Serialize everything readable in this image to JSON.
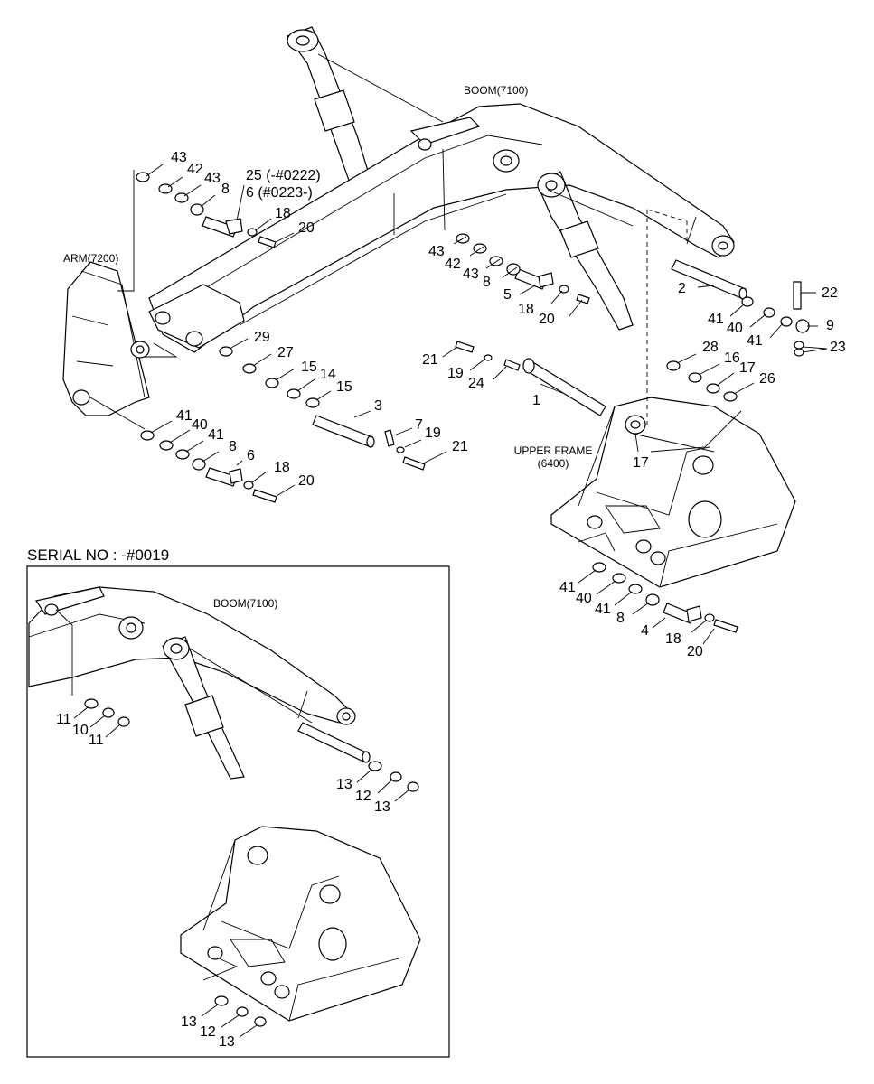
{
  "titles": {
    "boom": "BOOM(7100)",
    "arm": "ARM(7200)",
    "upper_frame": "UPPER FRAME",
    "upper_frame_code": "(6400)",
    "inset_boom": "BOOM(7100)"
  },
  "serial_note": "SERIAL NO : -#0019",
  "callouts": {
    "c43a": "43",
    "c42a": "42",
    "c43b": "43",
    "c8a": "8",
    "c25": "25 (-#0222)",
    "c6a": "6 (#0223-)",
    "c18a": "18",
    "c20a": "20",
    "c43c": "43",
    "c42b": "42",
    "c43d": "43",
    "c8b": "8",
    "c5": "5",
    "c18b": "18",
    "c20b": "20",
    "c2": "2",
    "c22": "22",
    "c41a": "41",
    "c40a": "40",
    "c9": "9",
    "c41b": "41",
    "c23": "23",
    "c29": "29",
    "c27": "27",
    "c15a": "15",
    "c14": "14",
    "c15b": "15",
    "c21a": "21",
    "c19a": "19",
    "c24": "24",
    "c1": "1",
    "c28": "28",
    "c16": "16",
    "c17a": "17",
    "c26": "26",
    "c3": "3",
    "c7": "7",
    "c19b": "19",
    "c21b": "21",
    "c41c": "41",
    "c40b": "40",
    "c41d": "41",
    "c8c": "8",
    "c6b": "6",
    "c18c": "18",
    "c20c": "20",
    "c17b": "17",
    "c41e": "41",
    "c40c": "40",
    "c41f": "41",
    "c8d": "8",
    "c4": "4",
    "c18d": "18",
    "c20d": "20",
    "i11a": "11",
    "i10": "10",
    "i11b": "11",
    "i13a": "13",
    "i12a": "12",
    "i13b": "13",
    "i13c": "13",
    "i12b": "12",
    "i13d": "13"
  }
}
